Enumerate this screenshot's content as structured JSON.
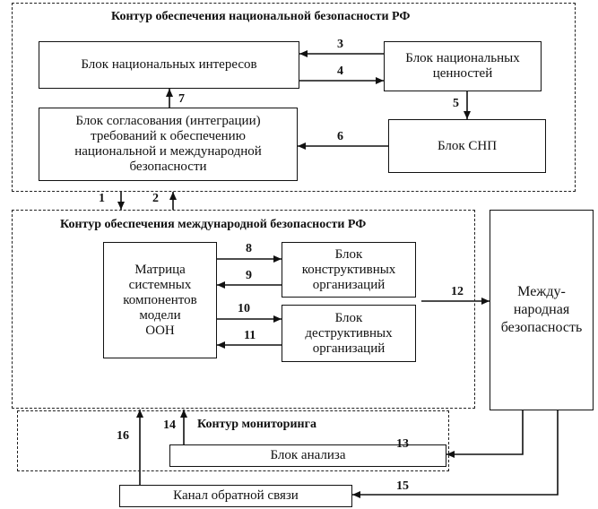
{
  "regions": {
    "national": {
      "title": "Контур обеспечения национальной безопасности РФ"
    },
    "international": {
      "title": "Контур обеспечения международной безопасности  РФ"
    },
    "monitoring": {
      "title": "Контур мониторинга"
    }
  },
  "blocks": {
    "national_interests": {
      "label": "Блок национальных интересов"
    },
    "national_values": {
      "line1": "Блок национальных",
      "line2": "ценностей"
    },
    "coordination": {
      "line1": "Блок согласования (интеграции)",
      "line2": "требований к обеспечению",
      "line3": "национальной и международной",
      "line4": "безопасности"
    },
    "snp": {
      "label": "Блок СНП"
    },
    "matrix": {
      "line1": "Матрица",
      "line2": "системных",
      "line3": "компонентов",
      "line4": "модели",
      "line5": "ООН"
    },
    "constructive": {
      "line1": "Блок",
      "line2": "конструктивных",
      "line3": "организаций"
    },
    "destructive": {
      "line1": "Блок",
      "line2": "деструктивных",
      "line3": "организаций"
    },
    "intl_security": {
      "line1": "Между-",
      "line2": "народная",
      "line3": "безопасность"
    },
    "analysis": {
      "label": "Блок анализа"
    },
    "feedback": {
      "label": "Канал обратной связи"
    }
  },
  "links": {
    "l1": "1",
    "l2": "2",
    "l3": "3",
    "l4": "4",
    "l5": "5",
    "l6": "6",
    "l7": "7",
    "l8": "8",
    "l9": "9",
    "l10": "10",
    "l11": "11",
    "l12": "12",
    "l13": "13",
    "l14": "14",
    "l15": "15",
    "l16": "16"
  }
}
